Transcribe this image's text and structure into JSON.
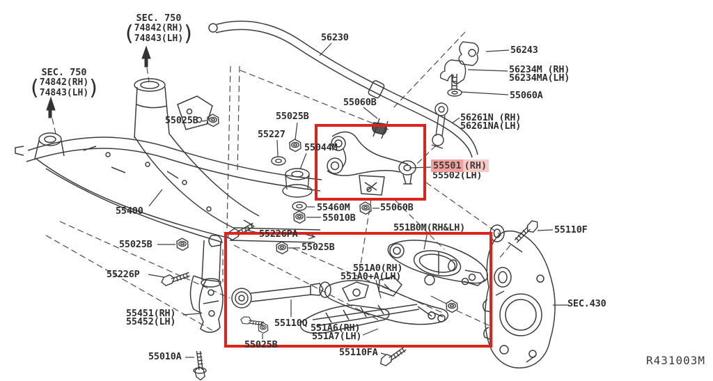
{
  "diagram": {
    "ref_code": "R431003M",
    "colors": {
      "highlight_box": "#da241e",
      "highlight_strong": "#f1a09c",
      "highlight_light": "#f7cac6",
      "line_art": "#3c3c3c"
    },
    "sec750_top": {
      "title": "SEC. 750",
      "rh": "74842(RH)",
      "lh": "74843(LH)"
    },
    "sec750_left": {
      "title": "SEC. 750",
      "rh": "74842(RH)",
      "lh": "74843(LH)"
    },
    "highlighted_part": {
      "number": "55501",
      "side": "(RH)"
    },
    "labels": {
      "p55025b_1": "55025B",
      "p56230": "56230",
      "p55060b_1": "55060B",
      "p56243": "56243",
      "p56234m": "56234M (RH)",
      "p56234ma": "56234MA(LH)",
      "p55060a": "55060A",
      "p56261n": "56261N (RH)",
      "p56261na": "56261NA(LH)",
      "p55025b_2": "55025B",
      "p55227": "55227",
      "p55044m": "55044M",
      "p55502": "55502(LH)",
      "p55400": "55400",
      "p55460m": "55460M",
      "p55060b_2": "55060B",
      "p55010b": "55010B",
      "p551b0m": "551B0M(RH&LH)",
      "p55110f": "55110F",
      "p55226pa": "55226PA",
      "p55025b_3": "55025B",
      "p55025b_4": "55025B",
      "p55226p": "55226P",
      "p551a0": "551A0(RH)",
      "p551a0a": "551A0+A(LH)",
      "p55451": "55451(RH)",
      "p55452": "55452(LH)",
      "p55110q": "55110Q",
      "p55025b_5": "55025B",
      "p551a6": "551A6(RH)",
      "p551a7": "551A7(LH)",
      "p55110fa": "55110FA",
      "p55010a": "55010A",
      "sec430": "SEC.430"
    }
  }
}
